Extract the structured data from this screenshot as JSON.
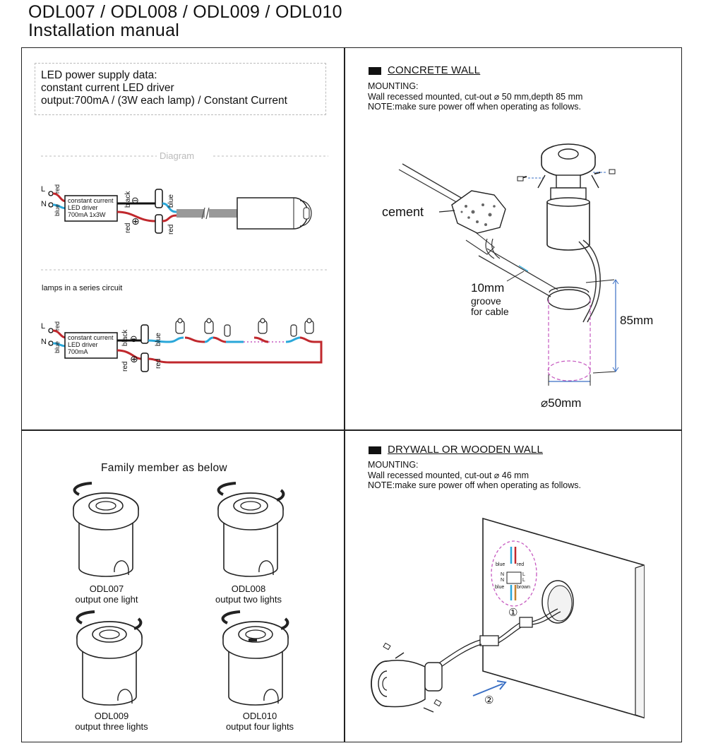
{
  "header": {
    "models": "ODL007 / ODL008 / ODL009 / ODL010",
    "subtitle": "Installation manual"
  },
  "power_supply": {
    "line1": "LED power supply data:",
    "line2": "constant current LED driver",
    "line3": "output:700mA / (3W each lamp) / Constant Current"
  },
  "diagram": {
    "label": "Diagram",
    "L": "L",
    "N": "N",
    "red": "red",
    "blue": "blue",
    "black": "black",
    "driver_line1": "constant current",
    "driver_line2": "LED driver",
    "driver_line3": "700mA  1x3W",
    "minus": "⊖",
    "plus": "⊕"
  },
  "series": {
    "label": "lamps in a series circuit",
    "driver_line1": "constant current",
    "driver_line2": "LED driver",
    "driver_line3": "700mA"
  },
  "concrete": {
    "title": "CONCRETE WALL",
    "mounting": "MOUNTING:",
    "line1": "Wall recessed mounted, cut-out  ⌀ 50 mm,depth 85 mm",
    "line2": "NOTE:make sure power off when operating as follows.",
    "cement": "cement",
    "groove1": "10mm",
    "groove2": "groove",
    "groove3": "for cable",
    "depth": "85mm",
    "diameter": "⌀50mm"
  },
  "family": {
    "title": "Family member as below",
    "items": [
      {
        "model": "ODL007",
        "desc": "output one light"
      },
      {
        "model": "ODL008",
        "desc": "output two lights"
      },
      {
        "model": "ODL009",
        "desc": "output three lights"
      },
      {
        "model": "ODL010",
        "desc": "output four lights"
      }
    ]
  },
  "drywall": {
    "title": "DRYWALL OR WOODEN WALL",
    "mounting": "MOUNTING:",
    "line1": "Wall recessed mounted, cut-out  ⌀ 46 mm",
    "line2": "NOTE:make sure power off when operating as follows.",
    "blue": "blue",
    "red": "red",
    "brown": "brown",
    "N": "N",
    "L": "L",
    "step1": "①",
    "step2": "②"
  },
  "colors": {
    "wire_red": "#c0282d",
    "wire_blue": "#2aa7d9",
    "dash_pink": "#c659c0",
    "arrow_blue": "#3a6fc4"
  }
}
